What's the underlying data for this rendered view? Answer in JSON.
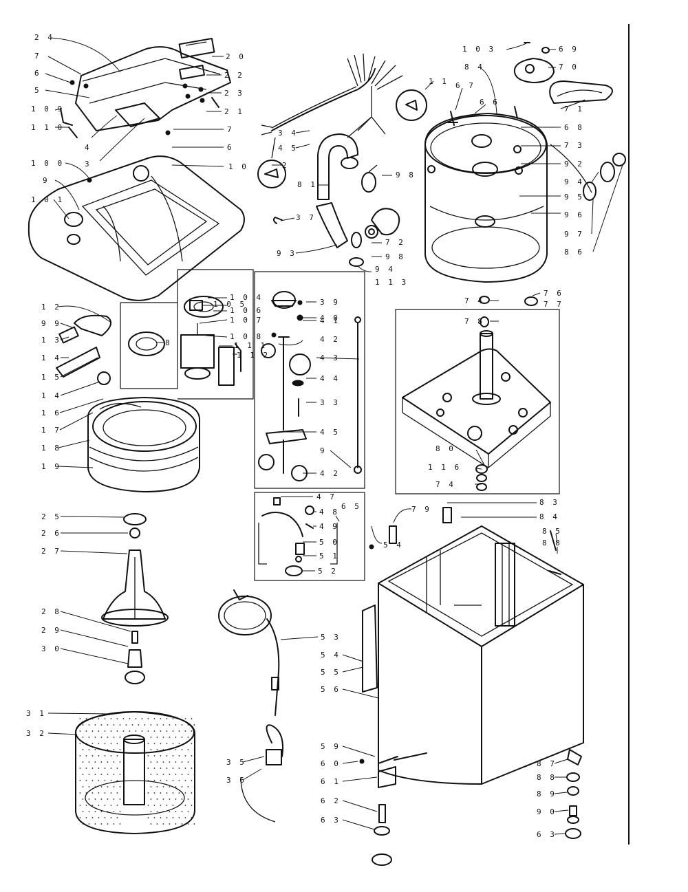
{
  "callouts": {
    "c24": "2 4",
    "c7a": "7",
    "c6a": "6",
    "c5": "5",
    "c109": "1 0 9",
    "c110": "1 1 0",
    "c20": "2 0",
    "c22": "2 2",
    "c23": "2 3",
    "c21": "2 1",
    "c7b": "7",
    "c6b": "6",
    "c4": "4",
    "c3": "3",
    "c100": "1 0 0",
    "c9": "9",
    "c101": "1 0 1",
    "c10": "1 0",
    "c34a": "3 4",
    "c45": "4 5",
    "c11": "1 1",
    "c2": "2",
    "c81": "8 1",
    "c98a": "9 8",
    "c37": "3 7",
    "c72": "7 2",
    "c93": "9 3",
    "c98b": "9 8",
    "c94a": "9 4",
    "c113": "1 1 3",
    "c103": "1 0 3",
    "c69": "6 9",
    "c84a": "8 4",
    "c70": "7 0",
    "c67": "6 7",
    "c66": "6 6",
    "c71": "7 1",
    "c68": "6 8",
    "c73": "7 3",
    "c92": "9 2",
    "c94b": "9 4",
    "c95": "9 5",
    "c96": "9 6",
    "c97": "9 7",
    "c86": "8 6",
    "c12": "1 2",
    "c99": "9 9",
    "c13": "1 3",
    "c14": "1 4",
    "c15": "1 5",
    "c14b": "1 4",
    "c16": "1 6",
    "c17": "1 7",
    "c18": "1 8",
    "c19": "1 9",
    "c8": "8",
    "c104": "1 0 4",
    "c105": "1 0 5",
    "c106": "1 0 6",
    "c107": "1 0 7",
    "c108": "1 0 8",
    "c111": "1 1 1",
    "c112": "1 1 2",
    "c39": "3 9",
    "c40": "4 0",
    "c41": "4 1",
    "c42a": "4 2",
    "c43": "4 3",
    "c44": "4 4",
    "c33": "3 3",
    "c45b": "4 5",
    "c9b": "9",
    "c42b": "4 2",
    "c76": "7 6",
    "c77": "7 7",
    "c74a": "7 4",
    "c78": "7 8",
    "c80": "8 0",
    "c116": "1 1 6",
    "c74b": "7 4",
    "c47": "4 7",
    "c48": "4 8",
    "c49": "4 9",
    "c50": "5 0",
    "c51": "5 1",
    "c52": "5 2",
    "c65": "6 5",
    "c83": "8 3",
    "c84b": "8 4",
    "c79": "7 9",
    "c54a": "5 4",
    "c85": "8 5",
    "c88": "8 8",
    "c25": "2 5",
    "c26": "2 6",
    "c27": "2 7",
    "c28": "2 8",
    "c29": "2 9",
    "c30": "3 0",
    "c31": "3 1",
    "c32": "3 2",
    "c53": "5 3",
    "c54b": "5 4",
    "c55": "5 5",
    "c56": "5 6",
    "c35": "3 5",
    "c36": "3 6",
    "c59": "5 9",
    "c60": "6 0",
    "c61": "6 1",
    "c62": "6 2",
    "c63a": "6 3",
    "c87": "8 7",
    "c88b": "8 8",
    "c89": "8 9",
    "c90": "9 0",
    "c63b": "6 3"
  }
}
